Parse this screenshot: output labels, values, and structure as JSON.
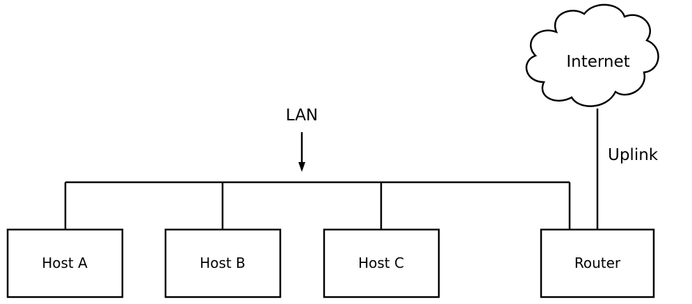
{
  "diagram": {
    "lan_label": "LAN",
    "uplink_label": "Uplink",
    "cloud_label": "Internet",
    "nodes": [
      {
        "label": "Host A"
      },
      {
        "label": "Host B"
      },
      {
        "label": "Host C"
      },
      {
        "label": "Router"
      }
    ]
  }
}
